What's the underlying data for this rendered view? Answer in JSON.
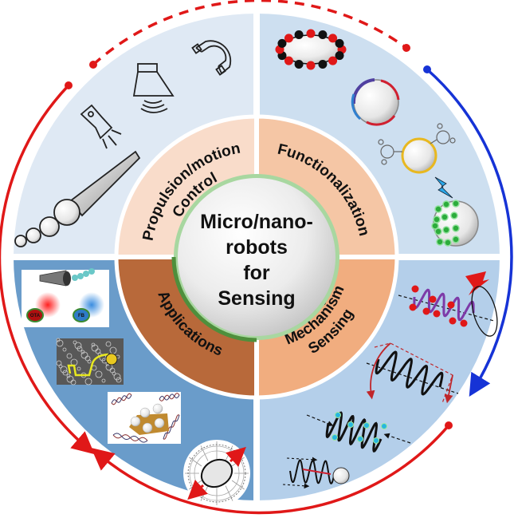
{
  "center": {
    "lines": [
      "Micro/nano-",
      "robots",
      "for",
      "Sensing"
    ]
  },
  "quadrants": [
    {
      "id": "propulsion",
      "line1": "Propulsion/motion",
      "line2": "Control",
      "color": "#f9dcca"
    },
    {
      "id": "functionalization",
      "line1": "Functionalization",
      "color": "#f5c6a5"
    },
    {
      "id": "sensing-mechanism",
      "line1": "Sensing",
      "line2": "Mechanism",
      "color": "#f1ad7f"
    },
    {
      "id": "applications",
      "line1": "Applications",
      "color": "#b8693a"
    }
  ],
  "outer_sectors": {
    "top_left_color": "#dfe9f4",
    "top_right_color": "#cddff0",
    "bottom_right_color": "#b4cfea",
    "bottom_left_color": "#6a9cca"
  },
  "application_image_labels": [
    "OTA",
    "FB"
  ],
  "arcs": {
    "red": "#e01818",
    "blue": "#1633d6"
  }
}
